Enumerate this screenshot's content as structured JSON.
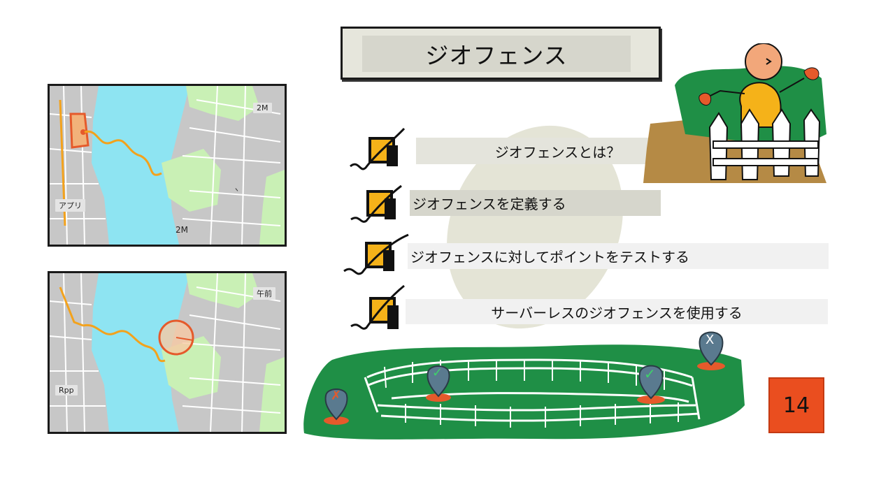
{
  "slide": {
    "title": "ジオフェンス",
    "page_number": "14"
  },
  "checklist": [
    {
      "label": "ジオフェンスとは？"
    },
    {
      "label": "ジオフェンスを定義する"
    },
    {
      "label": "ジオフェンスに対してポイントをテストする"
    },
    {
      "label": "サーバーレスのジオフェンスを使用する"
    }
  ],
  "map_top": {
    "label_scale": "2M",
    "label_app": "アプリ"
  },
  "map_bottom": {
    "label_time": "午前",
    "label_app": "Rpp"
  },
  "markers": [
    {
      "icon": "cross-icon",
      "glyph": "✗"
    },
    {
      "icon": "check-icon",
      "glyph": "✓"
    },
    {
      "icon": "check-icon",
      "glyph": "✓"
    },
    {
      "icon": "x-icon",
      "glyph": "X"
    }
  ],
  "colors": {
    "water": "#8ee4f2",
    "park": "#c9f0b5",
    "land": "#c7c7c7",
    "route": "#f3a21c",
    "fence_red": "#e55a2b",
    "grass": "#1f8f46",
    "checkbox": "#f5b219",
    "badge": "#ea4e1f"
  }
}
